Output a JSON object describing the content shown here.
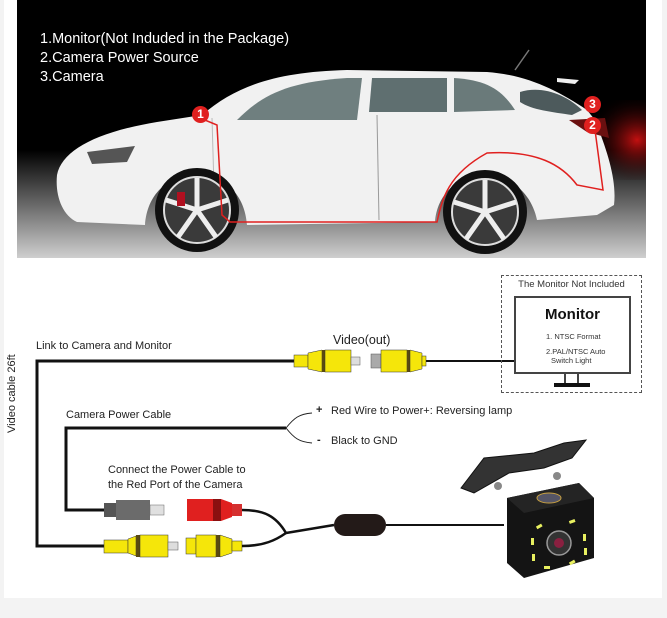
{
  "photo": {
    "legend": [
      "1.Monitor(Not Induded in the Package)",
      "2.Camera Power Source",
      "3.Camera"
    ],
    "badges": [
      "1",
      "2",
      "3"
    ],
    "colors": {
      "background": "#000000",
      "car_body": "#f2f2f2",
      "wire_route": "#e0201f",
      "badge": "#e0201f"
    }
  },
  "diagram": {
    "monitor_panel": {
      "caption": "The Monitor Not Included",
      "title": "Monitor",
      "spec_1": "1. NTSC Format",
      "spec_2_line1": "2.PAL/NTSC Auto",
      "spec_2_line2": "Switch Light"
    },
    "labels": {
      "link": "Link to Camera and Monitor",
      "video_out": "Video(out)",
      "power_cable": "Camera Power Cable",
      "red_wire_sign": "+",
      "red_wire": "Red Wire to Power+: Reversing lamp",
      "black_wire_sign": "-",
      "black_wire": "Black to GND",
      "connect_line1": "Connect the Power Cable to",
      "connect_line2": "the Red Port of the Camera",
      "video_cable": "Video cable 26ft"
    },
    "colors": {
      "rca_yellow": "#f5e60a",
      "power_red": "#e0201f",
      "plug_gray": "#6b6b6b",
      "cable": "#111111"
    }
  }
}
